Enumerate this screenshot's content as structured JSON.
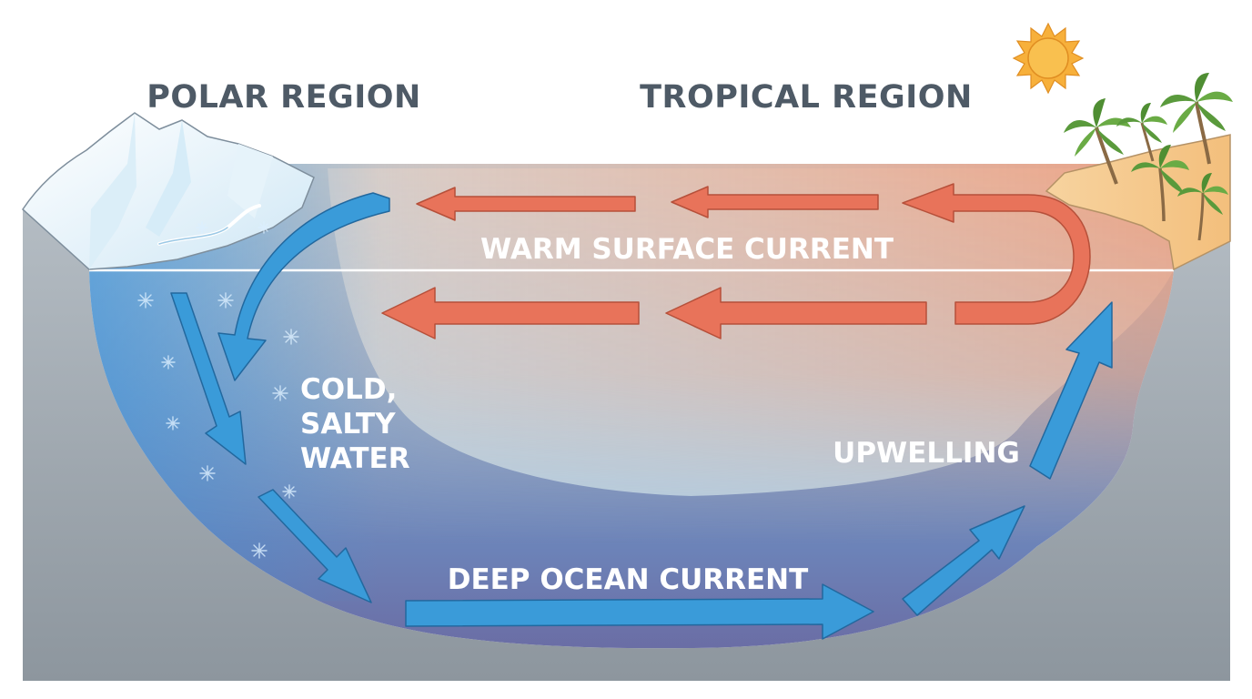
{
  "labels": {
    "polar_region": "POLAR REGION",
    "tropical_region": "TROPICAL REGION",
    "warm_surface_current": "WARM SURFACE CURRENT",
    "cold_salty_water": [
      "COLD,",
      "SALTY",
      "WATER"
    ],
    "upwelling": "UPWELLING",
    "deep_ocean_current": "DEEP OCEAN CURRENT"
  },
  "icons": [
    "iceberg-icon",
    "sun-icon",
    "palm-tree-icon",
    "snowflake-icon"
  ],
  "colors": {
    "warm_arrow": "#e8735a",
    "cold_arrow": "#3a9bd9",
    "deep_water": "#6b6fa3",
    "surface_water": "#bfe3f2",
    "warm_water": "#f0a583",
    "land": "#9aa3ab",
    "sand": "#f4c98b",
    "sun": "#f7b03b",
    "region_text": "#4e5a66"
  }
}
